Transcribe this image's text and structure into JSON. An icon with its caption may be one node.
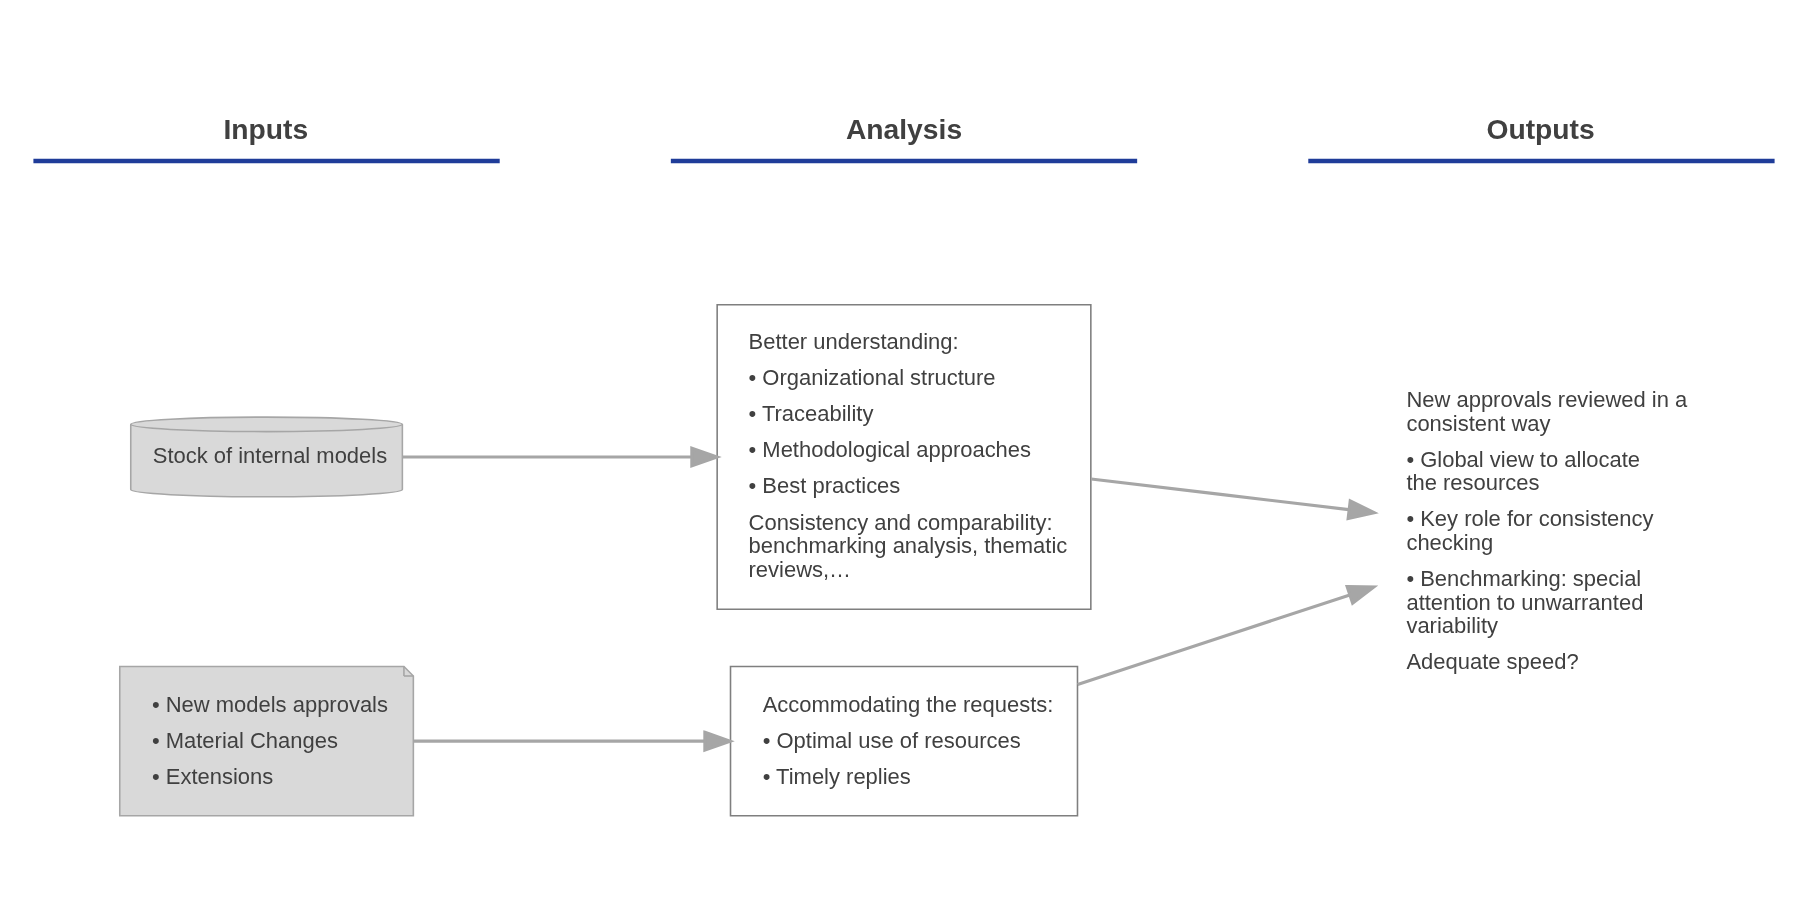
{
  "diagram": {
    "nodes": [
      {
        "text": [
          "Stock of internal models"
        ]
      },
      {
        "text": [
          "• New models approvals",
          "• Material Changes",
          "• Extensions"
        ]
      },
      {
        "text": [
          "Better understanding:",
          "• Organizational structure",
          "• Traceability",
          "• Methodological approaches",
          "• Best practices",
          "Consistency and comparability: benchmarking analysis, thematic reviews,…"
        ]
      },
      {
        "text": [
          "Accommodating the requests:",
          "• Optimal use of resources",
          "• Timely replies"
        ]
      },
      {
        "text": [
          "New approvals reviewed in a consistent way",
          "• Global view to allocate the resources",
          "• Key role for consistency checking",
          "• Benchmarking: special attention to unwarranted variability",
          "Adequate speed?"
        ]
      }
    ],
    "edges": [
      {
        "from": 0,
        "to": 2,
        "arrow": "to"
      },
      {
        "from": 1,
        "to": 3,
        "arrow": "to"
      },
      {
        "from": 2,
        "to": 4,
        "arrow": "to"
      },
      {
        "from": 3,
        "to": 4,
        "arrow": "to"
      }
    ],
    "labels": [
      "Inputs",
      "Analysis",
      "Outputs"
    ]
  }
}
